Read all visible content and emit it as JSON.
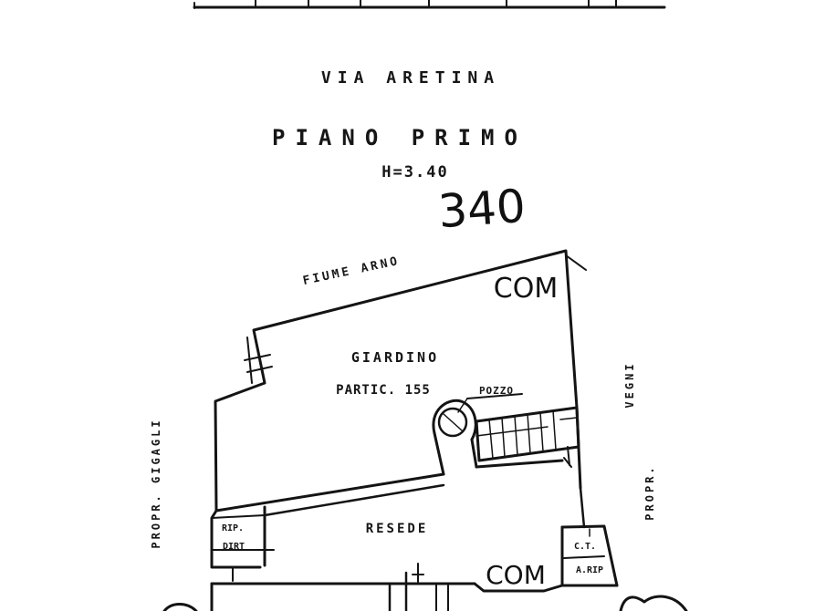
{
  "street": "VIA ARETINA",
  "floor_title": "PIANO PRIMO",
  "height": "H=3.40",
  "sheet_number": "340",
  "river": "FIUME ARNO",
  "com_top": "COM",
  "garden": "GIARDINO",
  "particle": "PARTIC. 155",
  "well": "POZZO",
  "courtyard": "RESEDE",
  "com_bottom": "COM",
  "left_neighbor": "PROPR. GIGAGLI",
  "right_neighbor_1": "VEGNI",
  "right_neighbor_2": "PROPR.",
  "room_left_1": "RIP.",
  "room_left_2": "DIRT",
  "room_right_1": "C.T.",
  "room_right_2": "A.RIP"
}
